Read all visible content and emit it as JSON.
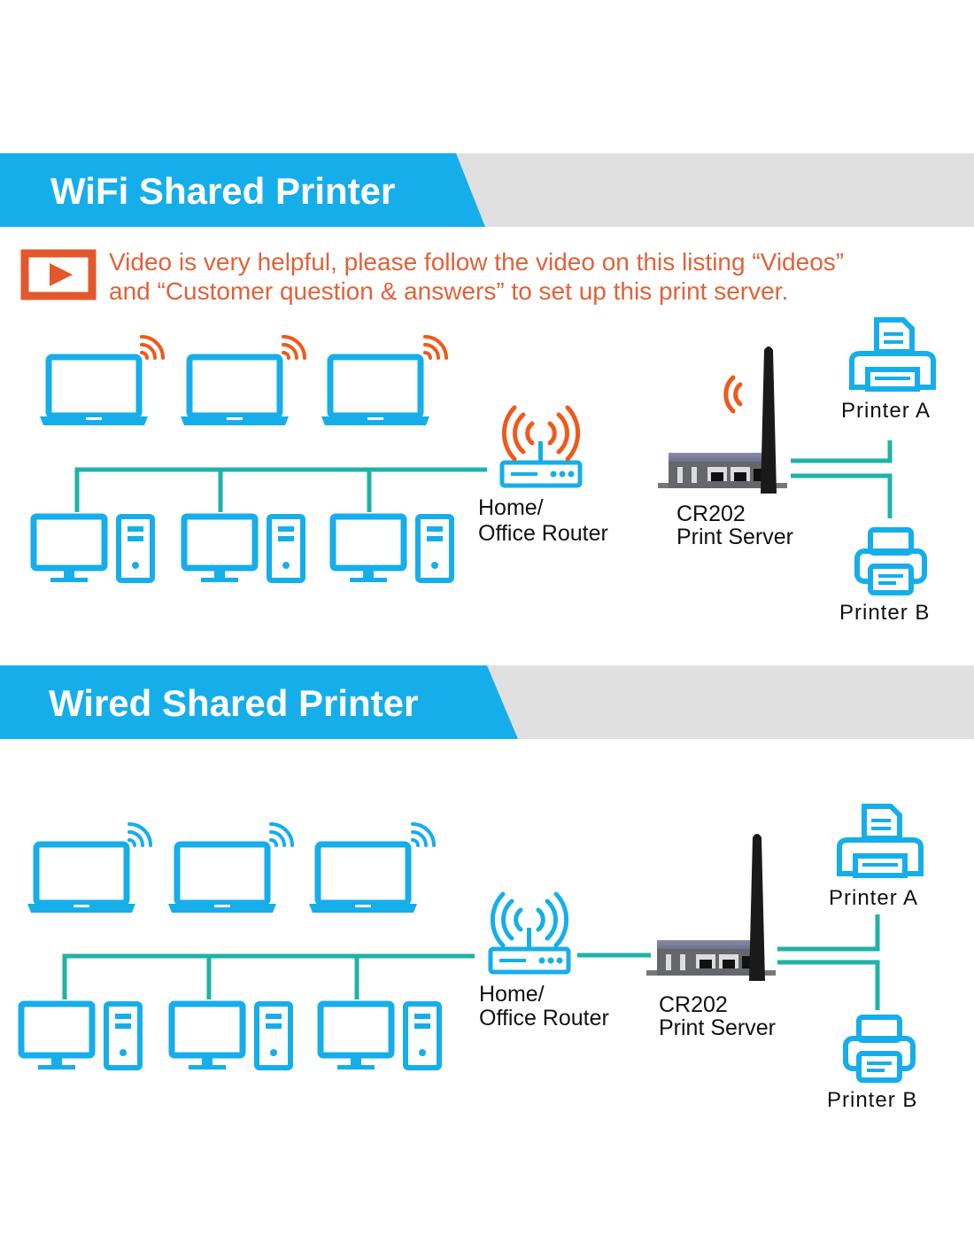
{
  "colors": {
    "accent_blue": "#16aeea",
    "line_teal": "#1fb2a6",
    "signal_orange": "#ee5a1c",
    "note_orange": "#e0623a",
    "band_gray": "#e0e0e0"
  },
  "wifi_section": {
    "title": "WiFi Shared Printer",
    "note_icon": "video-play-icon",
    "note_line1": "Video is very helpful, please follow the video on this listing  “Videos”",
    "note_line2": "and  “Customer question & answers”  to set up this print server.",
    "router_line1": "Home/",
    "router_line2": "Office Router",
    "server_line1": "CR202",
    "server_line2": "Print Server",
    "printer_a": "Printer A",
    "printer_b": "Printer B"
  },
  "wired_section": {
    "title": "Wired Shared Printer",
    "router_line1": "Home/",
    "router_line2": "Office Router",
    "server_line1": "CR202",
    "server_line2": "Print Server",
    "printer_a": "Printer A",
    "printer_b": "Printer B"
  }
}
